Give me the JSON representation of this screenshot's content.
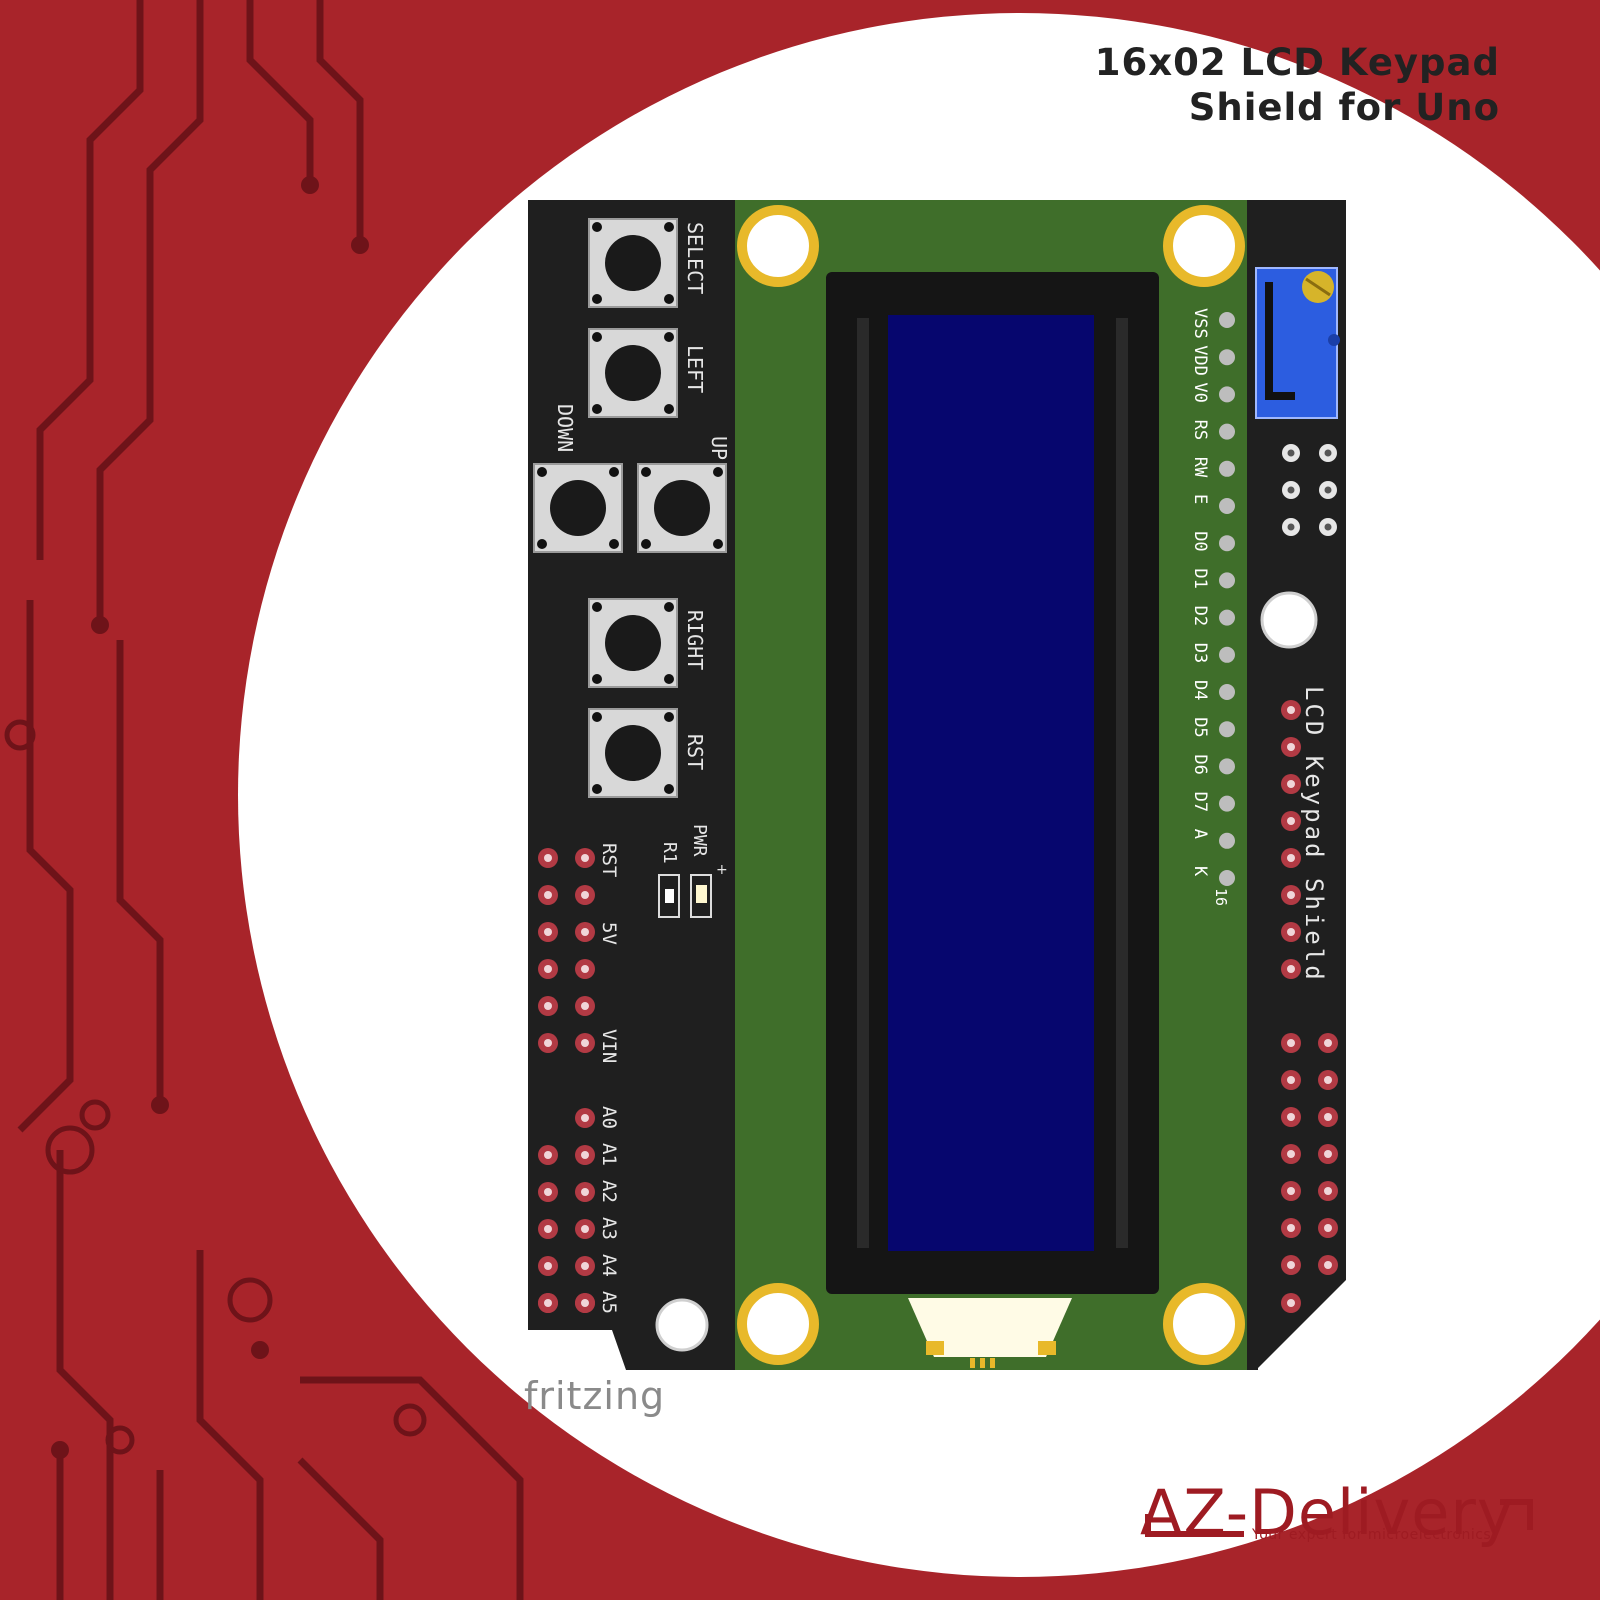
{
  "title": {
    "line1": "16x02 LCD Keypad",
    "line2": "Shield for Uno"
  },
  "buttons": [
    {
      "id": "select",
      "label": "SELECT"
    },
    {
      "id": "left",
      "label": "LEFT"
    },
    {
      "id": "down",
      "label": "DOWN"
    },
    {
      "id": "up",
      "label": "UP"
    },
    {
      "id": "right",
      "label": "RIGHT"
    },
    {
      "id": "rst",
      "label": "RST"
    }
  ],
  "lcd_pins": [
    "VSS",
    "VDD",
    "V0",
    "RS",
    "RW",
    "E",
    "D0",
    "D1",
    "D2",
    "D3",
    "D4",
    "D5",
    "D6",
    "D7",
    "A",
    "K"
  ],
  "lcd_pin_number": "16",
  "left_header_labels": {
    "rst": "RST",
    "v5": "5V",
    "vin": "VIN"
  },
  "analog_labels": [
    "A0",
    "A1",
    "A2",
    "A3",
    "A4",
    "A5"
  ],
  "led_labels": {
    "pwr": "PWR",
    "r1": "R1",
    "plus": "+"
  },
  "board_label": "LCD Keypad Shield",
  "watermark": "fritzing",
  "brand": {
    "name": "AZ-Delivery",
    "tagline": "Your expert for microelectronics!"
  },
  "colors": {
    "brand_red": "#a8242a",
    "pcb_black": "#1f1f1f",
    "pcb_green": "#3f6e2a",
    "lcd_blue": "#06066e",
    "mount_gold": "#e8b92a",
    "pad_red": "#b23a44",
    "pot_blue": "#2c5de0"
  }
}
